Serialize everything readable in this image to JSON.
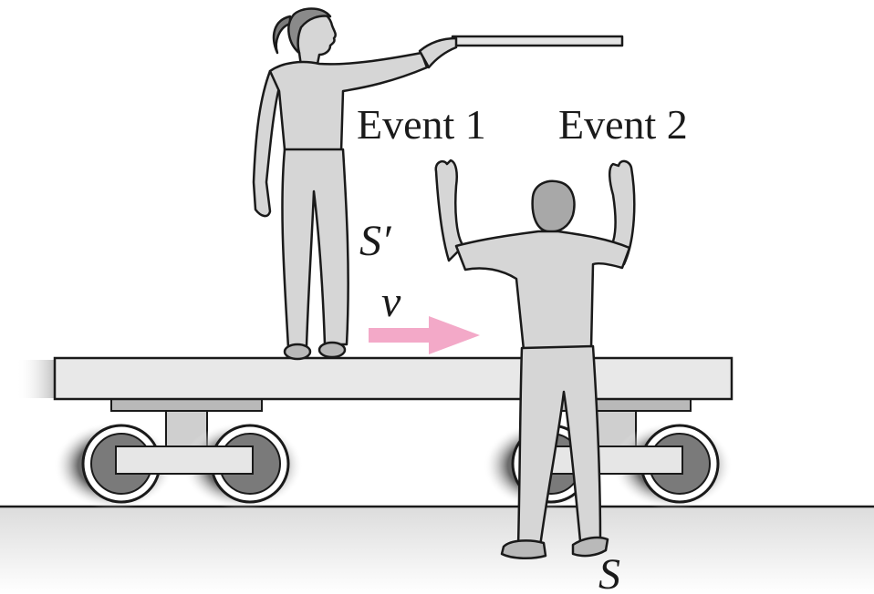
{
  "labels": {
    "event1": "Event 1",
    "event2": "Event 2",
    "frame_moving": "S′",
    "frame_ground": "S",
    "velocity": "v"
  },
  "colors": {
    "arrow": "#f3a9c8",
    "figure_fill": "#d6d6d6",
    "figure_stroke": "#1a1a1a",
    "car_fill": "#e6e6e6",
    "ground_fill": "#ededed",
    "wheel_dark": "#7a7a7a"
  }
}
